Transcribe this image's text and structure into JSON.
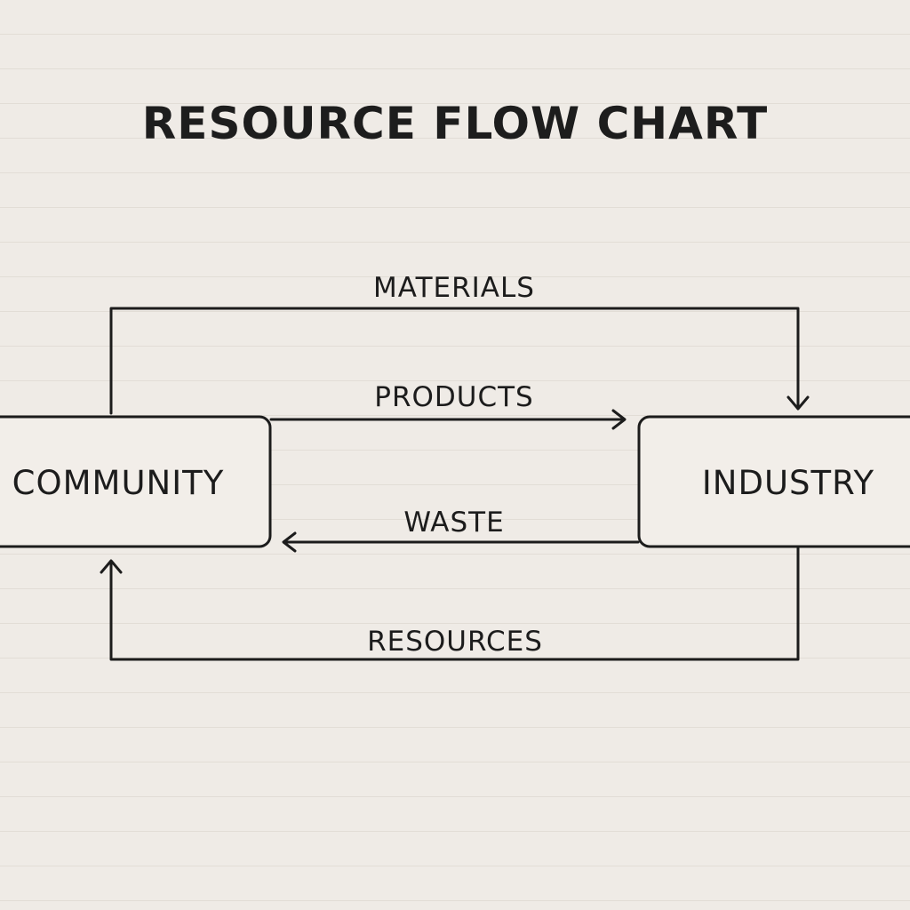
{
  "diagram": {
    "title": "RESOURCE FLOW CHART",
    "nodes": {
      "community": "COMMUNITY",
      "industry": "INDUSTRY"
    },
    "flows": {
      "materials": {
        "label": "MATERIALS",
        "from": "COMMUNITY",
        "to": "INDUSTRY"
      },
      "products": {
        "label": "PRODUCTS",
        "from": "COMMUNITY",
        "to": "INDUSTRY"
      },
      "waste": {
        "label": "WASTE",
        "from": "INDUSTRY",
        "to": "COMMUNITY"
      },
      "resources": {
        "label": "RESOURCES",
        "from": "INDUSTRY",
        "to": "COMMUNITY"
      }
    },
    "colors": {
      "background": "#efebe6",
      "ruled_line": "#e2ddd6",
      "ink": "#1c1c1c"
    }
  }
}
